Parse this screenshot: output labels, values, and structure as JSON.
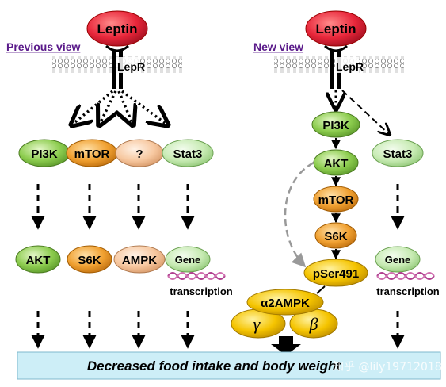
{
  "left_panel": {
    "view_title": "Previous view",
    "hormone": "Leptin",
    "receptor": "LepR",
    "row1": [
      "PI3K",
      "mTOR",
      "?",
      "Stat3"
    ],
    "row2": [
      "AKT",
      "S6K",
      "AMPK",
      "Gene"
    ],
    "transcription": "transcription"
  },
  "right_panel": {
    "view_title": "New view",
    "hormone": "Leptin",
    "receptor": "LepR",
    "chain": [
      "PI3K",
      "AKT",
      "mTOR",
      "S6K",
      "pSer491"
    ],
    "side_branch": "Stat3",
    "gene": "Gene",
    "transcription": "transcription",
    "ampk_alpha": "α2AMPK",
    "ampk_gamma": "γ",
    "ampk_beta": "β"
  },
  "outcome": "Decreased food intake and body weight",
  "watermark": "知乎 @lily19712018",
  "colors": {
    "leptin": "#e8263a",
    "green": "#8ccc4e",
    "light_green": "#c8ebb4",
    "orange": "#f0a030",
    "peach": "#f7c8a0",
    "yellow": "#f5c400",
    "banner": "#cdeef7",
    "title_link": "#5a1a8a",
    "dna": "#b04090"
  }
}
